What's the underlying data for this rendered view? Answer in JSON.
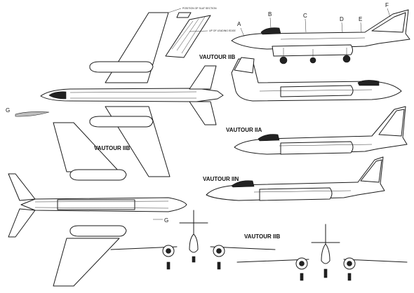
{
  "labels": {
    "side_top": "VAUTOUR IIB",
    "side_iia": "VAUTOUR IIA",
    "side_iin": "VAUTOUR IIN",
    "plan_bottom": "VAUTOUR IIB",
    "front_view": "VAUTOUR IIB"
  },
  "letters": {
    "a": "A",
    "b": "B",
    "c": "C",
    "d": "D",
    "e": "E",
    "f": "F",
    "g": "G"
  },
  "callouts": {
    "wing_top": "POSITION OF SLAT SECTION",
    "wing_mid": "UP OF LEADING EDGE"
  }
}
